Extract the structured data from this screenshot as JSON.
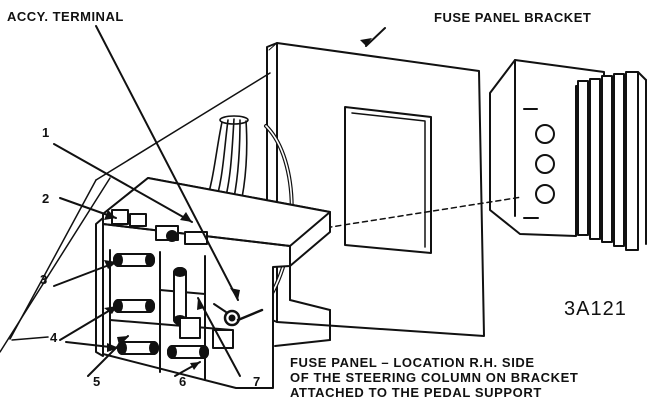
{
  "labels": {
    "accy_terminal": "ACCY. TERMINAL",
    "fuse_panel_bracket": "FUSE PANEL BRACKET",
    "callout_1": "1",
    "callout_2": "2",
    "callout_3": "3",
    "callout_4": "4",
    "callout_5": "5",
    "callout_6": "6",
    "callout_7": "7",
    "figure_id": "3A121"
  },
  "caption": {
    "line1": "FUSE PANEL – LOCATION R.H. SIDE",
    "line2": "OF THE STEERING COLUMN ON BRACKET",
    "line3": "ATTACHED TO THE PEDAL SUPPORT"
  },
  "colors": {
    "ink": "#111111",
    "paper": "#ffffff"
  }
}
